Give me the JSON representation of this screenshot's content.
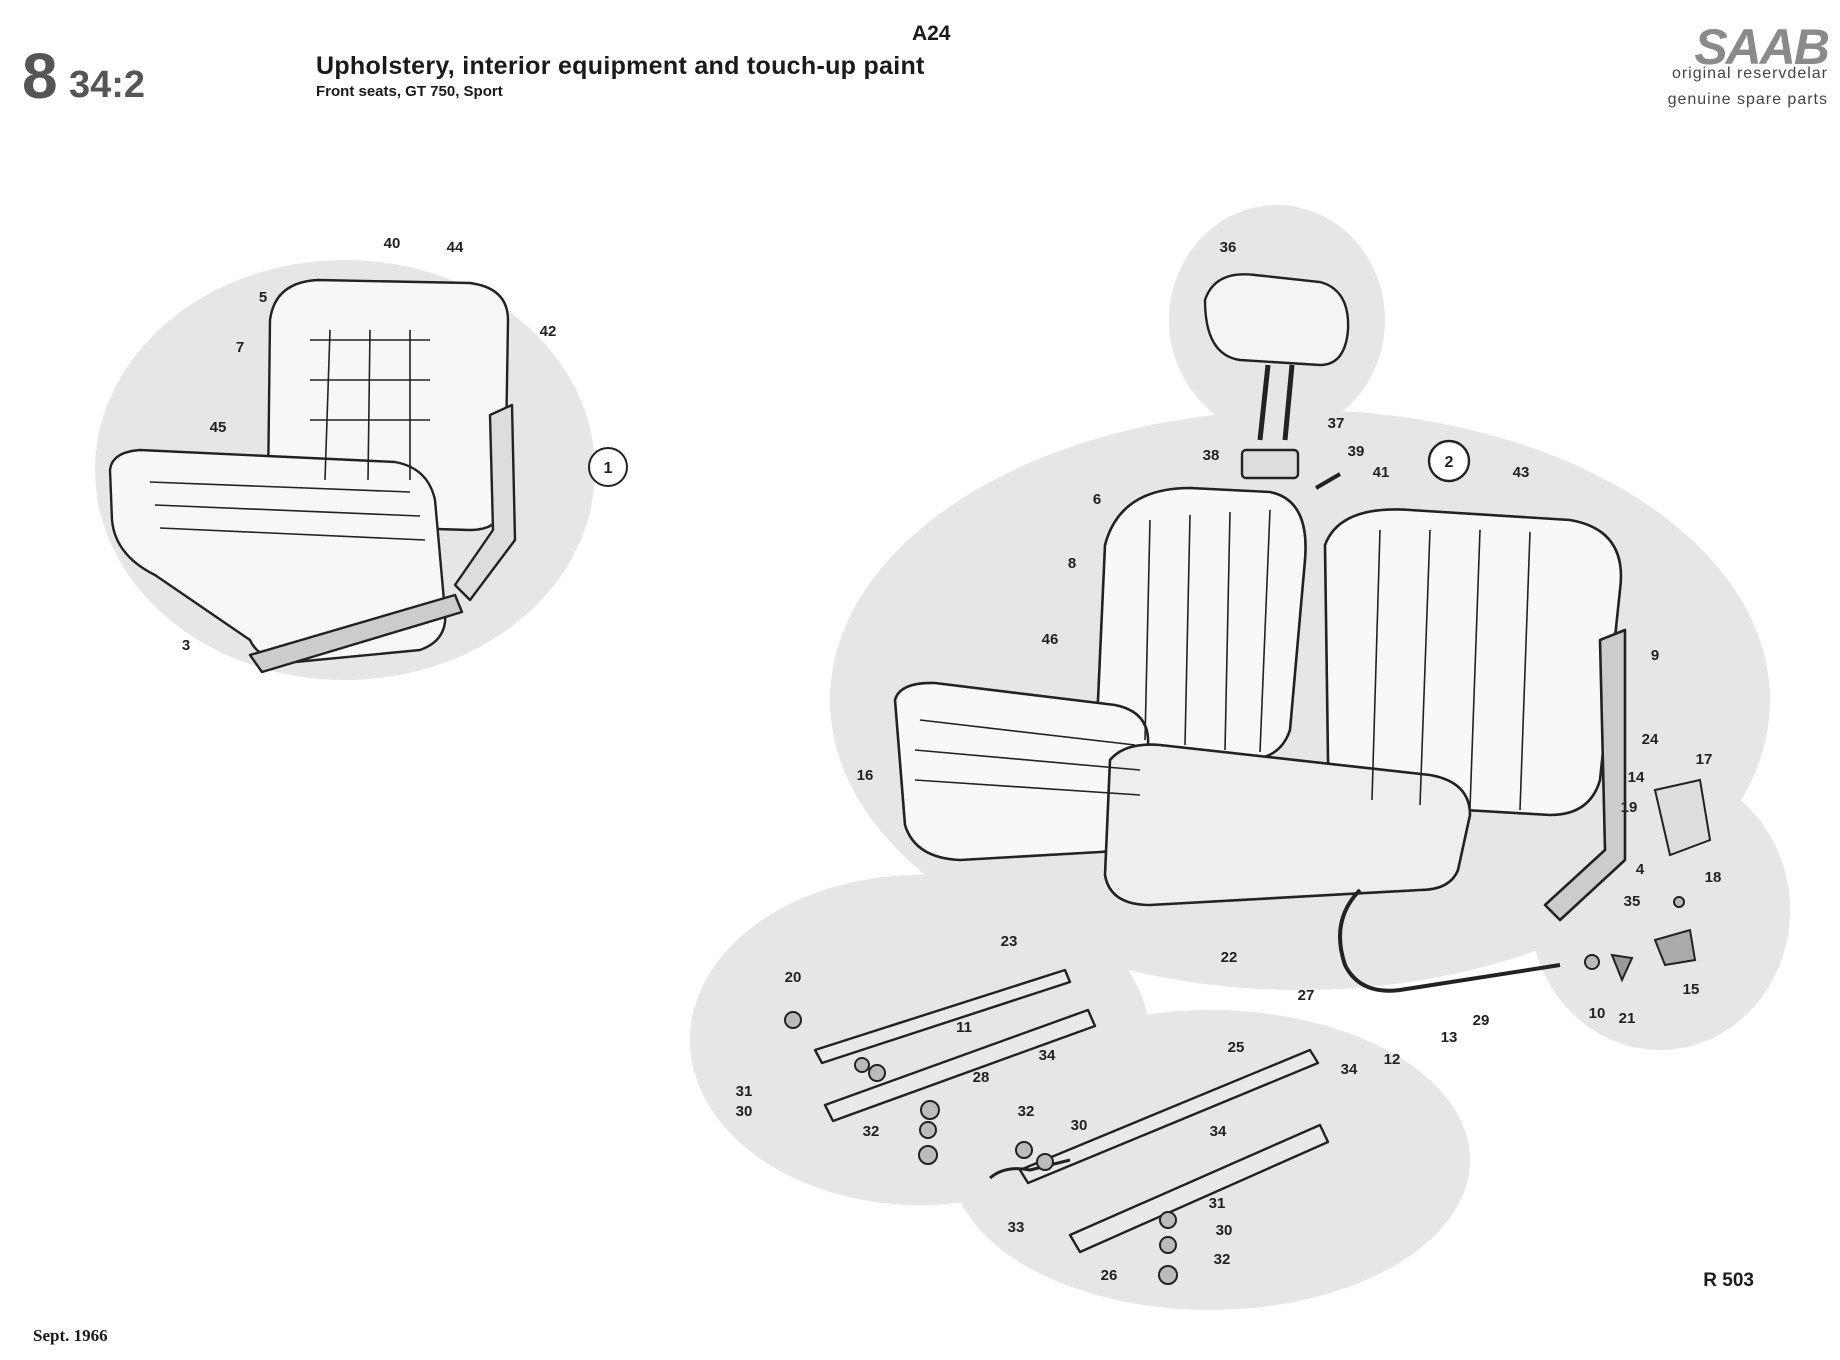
{
  "header": {
    "section_number": "8",
    "sub_number": "34:2",
    "code": "A24",
    "title": "Upholstery, interior equipment and touch-up paint",
    "subtitle": "Front seats, GT 750, Sport"
  },
  "brand": {
    "logo_text": "SAAB",
    "tagline_1": "original reservdelar",
    "tagline_2": "genuine spare parts"
  },
  "footer": {
    "reference": "R 503",
    "date": "Sept. 1966"
  },
  "views": [
    {
      "label": "1"
    },
    {
      "label": "2"
    }
  ],
  "callouts": [
    "40",
    "44",
    "5",
    "42",
    "7",
    "45",
    "3",
    "36",
    "37",
    "38",
    "39",
    "41",
    "43",
    "6",
    "8",
    "46",
    "9",
    "24",
    "17",
    "14",
    "19",
    "16",
    "4",
    "35",
    "18",
    "22",
    "15",
    "23",
    "27",
    "10",
    "21",
    "20",
    "29",
    "13",
    "12",
    "11",
    "34",
    "28",
    "31",
    "30",
    "32",
    "25",
    "34",
    "32",
    "30",
    "34",
    "33",
    "31",
    "30",
    "32",
    "26"
  ],
  "colors": {
    "ink": "#222222",
    "shade": "#e4e4e4",
    "logo": "#8a8a8a"
  }
}
